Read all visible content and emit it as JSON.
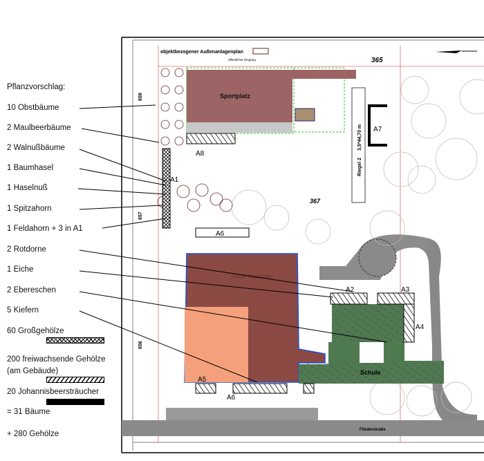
{
  "legend": {
    "title": "Pflanzvorschlag:",
    "items": [
      "10 Obstbäume",
      "2 Maulbeerbäume",
      "2 Walnußbäume",
      "1 Baumhasel",
      "1 Haselnuß",
      "1 Spitzahorn",
      "1 Feldahorn + 3 in A1",
      "2 Rotdorne",
      "1 Eiche",
      "2 Ebereschen",
      "5 Kiefern"
    ],
    "grossgehoelze": "60 Großgehölze",
    "freiwachsend_1": "200 freiwachsende Gehölze",
    "freiwachsend_2": "(am Gebäude)",
    "johannisbeer": "20 Johannisbeersträucher",
    "total_trees": "= 31 Bäume",
    "total_shrubs": "+ 280 Gehölze"
  },
  "plan": {
    "title": "objektbezogener Außenanlagenplan",
    "entrance": "öffentlicher Eingang",
    "lot_365": "365",
    "lot_367": "367",
    "sportplatz": "Sportplatz",
    "turnhalle": "neue Turnhalle",
    "schule": "Schule",
    "street": "Fliederstraße",
    "riegel": "Riegel 2",
    "riegel_dim": "3,5*44,70 m",
    "elev_1": "659",
    "elev_2": "657",
    "elev_3": "656",
    "areas": [
      "A1",
      "A2",
      "A3",
      "A4",
      "A5",
      "A6",
      "A7",
      "A8"
    ],
    "colors": {
      "sport": "#9c6464",
      "hall": "#8c4a44",
      "hall_orange": "#f4a07c",
      "school": "#4f7a50",
      "road": "#8a8a8a"
    }
  }
}
